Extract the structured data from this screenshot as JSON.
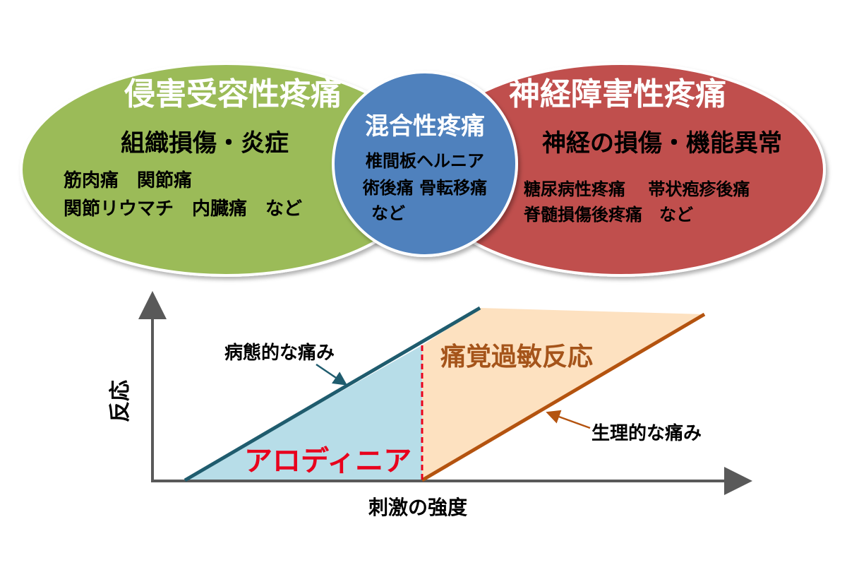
{
  "venn": {
    "left": {
      "title": "侵害受容性疼痛",
      "subtitle": "組織損傷・炎症",
      "line1": "筋肉痛　関節痛",
      "line2": "関節リウマチ　内臓痛　など",
      "color": "#9bbb59"
    },
    "center": {
      "title": "混合性疼痛",
      "line1": "椎間板ヘルニア",
      "line2": "術後痛 骨転移痛",
      "line3": "など",
      "color": "#4f81bd"
    },
    "right": {
      "title": "神経障害性疼痛",
      "subtitle": "神経の損傷・機能異常",
      "line1": "糖尿病性疼痛　 帯状疱疹後痛",
      "line2": "脊髄損傷後疼痛　など",
      "color": "#c0504d"
    }
  },
  "graph": {
    "y_axis_label": "反応",
    "x_axis_label": "刺激の強度",
    "pathological_label": "病態的な痛み",
    "physiological_label": "生理的な痛み",
    "hyperalgesia_label": "痛覚過敏反応",
    "allodynia_label": "アロディニア",
    "pathological_color": "#1f5c6e",
    "physiological_color": "#b4530f",
    "allodynia_fill": "#b7dde8",
    "hyperalgesia_fill": "#fde1c0",
    "allodynia_text_color": "#e8001c",
    "hyperalgesia_text_color": "#a5541a"
  }
}
